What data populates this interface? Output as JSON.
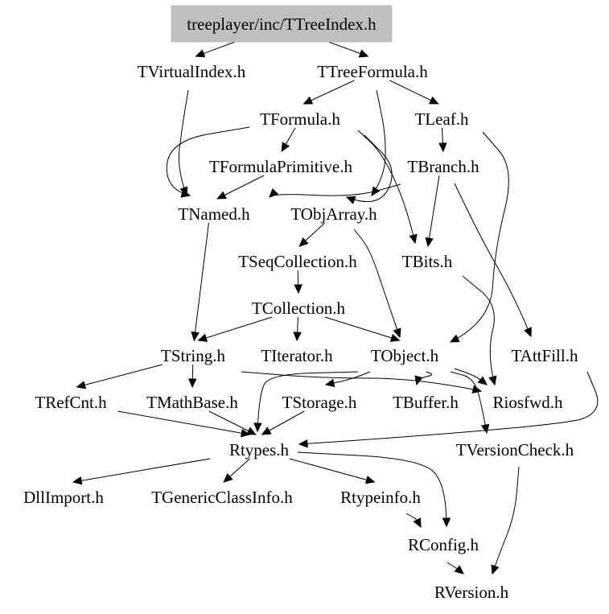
{
  "nodes": [
    {
      "id": "root",
      "label": "treeplayer/inc/TTreeIndex.h",
      "highlighted": true
    },
    {
      "id": "TVirtualIndex",
      "label": "TVirtualIndex.h"
    },
    {
      "id": "TTreeFormula",
      "label": "TTreeFormula.h"
    },
    {
      "id": "TFormula",
      "label": "TFormula.h"
    },
    {
      "id": "TLeaf",
      "label": "TLeaf.h"
    },
    {
      "id": "TFormulaPrimitive",
      "label": "TFormulaPrimitive.h"
    },
    {
      "id": "TBranch",
      "label": "TBranch.h"
    },
    {
      "id": "TNamed",
      "label": "TNamed.h"
    },
    {
      "id": "TObjArray",
      "label": "TObjArray.h"
    },
    {
      "id": "TSeqCollection",
      "label": "TSeqCollection.h"
    },
    {
      "id": "TBits",
      "label": "TBits.h"
    },
    {
      "id": "TCollection",
      "label": "TCollection.h"
    },
    {
      "id": "TString",
      "label": "TString.h"
    },
    {
      "id": "TIterator",
      "label": "TIterator.h"
    },
    {
      "id": "TObject",
      "label": "TObject.h"
    },
    {
      "id": "TAttFill",
      "label": "TAttFill.h"
    },
    {
      "id": "TRefCnt",
      "label": "TRefCnt.h"
    },
    {
      "id": "TMathBase",
      "label": "TMathBase.h"
    },
    {
      "id": "TStorage",
      "label": "TStorage.h"
    },
    {
      "id": "TBuffer",
      "label": "TBuffer.h"
    },
    {
      "id": "Riosfwd",
      "label": "Riosfwd.h"
    },
    {
      "id": "Rtypes",
      "label": "Rtypes.h"
    },
    {
      "id": "TVersionCheck",
      "label": "TVersionCheck.h"
    },
    {
      "id": "DllImport",
      "label": "DllImport.h"
    },
    {
      "id": "TGenericClassInfo",
      "label": "TGenericClassInfo.h"
    },
    {
      "id": "Rtypeinfo",
      "label": "Rtypeinfo.h"
    },
    {
      "id": "RConfig",
      "label": "RConfig.h"
    },
    {
      "id": "RVersion",
      "label": "RVersion.h"
    }
  ],
  "edges": [
    {
      "from": "root",
      "to": "TVirtualIndex"
    },
    {
      "from": "root",
      "to": "TTreeFormula"
    },
    {
      "from": "TVirtualIndex",
      "to": "TNamed"
    },
    {
      "from": "TTreeFormula",
      "to": "TFormula"
    },
    {
      "from": "TTreeFormula",
      "to": "TLeaf"
    },
    {
      "from": "TTreeFormula",
      "to": "TObjArray"
    },
    {
      "from": "TFormula",
      "to": "TFormulaPrimitive"
    },
    {
      "from": "TFormula",
      "to": "TNamed"
    },
    {
      "from": "TFormula",
      "to": "TBits"
    },
    {
      "from": "TFormula",
      "to": "TObjArray"
    },
    {
      "from": "TLeaf",
      "to": "TBranch"
    },
    {
      "from": "TLeaf",
      "to": "TObject"
    },
    {
      "from": "TFormulaPrimitive",
      "to": "TNamed"
    },
    {
      "from": "TBranch",
      "to": "TObjArray"
    },
    {
      "from": "TBranch",
      "to": "TAttFill"
    },
    {
      "from": "TBranch",
      "to": "TBits"
    },
    {
      "from": "TNamed",
      "to": "TString"
    },
    {
      "from": "TObjArray",
      "to": "TSeqCollection"
    },
    {
      "from": "TObjArray",
      "to": "TObject"
    },
    {
      "from": "TSeqCollection",
      "to": "TCollection"
    },
    {
      "from": "TBits",
      "to": "Riosfwd"
    },
    {
      "from": "TCollection",
      "to": "TString"
    },
    {
      "from": "TCollection",
      "to": "TIterator"
    },
    {
      "from": "TCollection",
      "to": "TObject"
    },
    {
      "from": "TString",
      "to": "TRefCnt"
    },
    {
      "from": "TString",
      "to": "Riosfwd"
    },
    {
      "from": "TString",
      "to": "TMathBase"
    },
    {
      "from": "TObject",
      "to": "Rtypes"
    },
    {
      "from": "TObject",
      "to": "TStorage"
    },
    {
      "from": "TObject",
      "to": "TBuffer"
    },
    {
      "from": "TObject",
      "to": "Riosfwd"
    },
    {
      "from": "TObject",
      "to": "TVersionCheck"
    },
    {
      "from": "TAttFill",
      "to": "Rtypes"
    },
    {
      "from": "TMathBase",
      "to": "Rtypes"
    },
    {
      "from": "TStorage",
      "to": "Rtypes"
    },
    {
      "from": "TRefCnt",
      "to": "Rtypes"
    },
    {
      "from": "Rtypes",
      "to": "DllImport"
    },
    {
      "from": "Rtypes",
      "to": "TGenericClassInfo"
    },
    {
      "from": "Rtypes",
      "to": "Rtypeinfo"
    },
    {
      "from": "Rtypes",
      "to": "RConfig"
    },
    {
      "from": "Rtypeinfo",
      "to": "RConfig"
    },
    {
      "from": "TVersionCheck",
      "to": "RVersion"
    },
    {
      "from": "RConfig",
      "to": "RVersion"
    }
  ]
}
